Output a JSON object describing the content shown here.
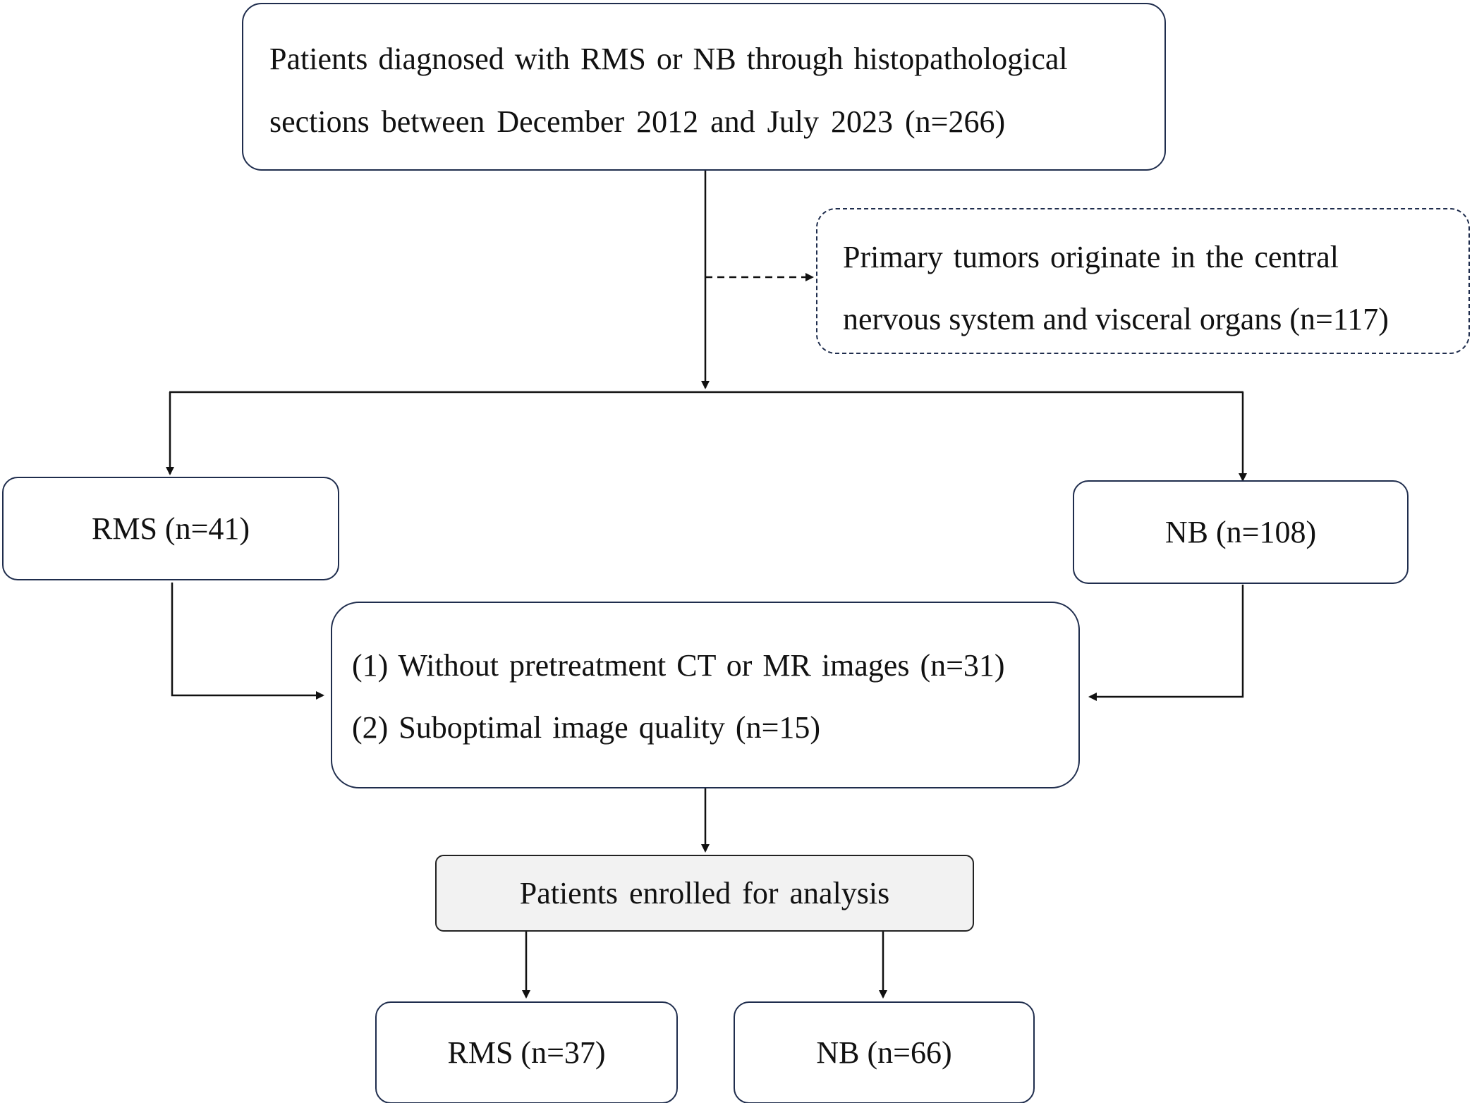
{
  "top_box": {
    "line1": "Patients diagnosed with RMS or NB through histopathological",
    "line2": "sections between December 2012 and July 2023 (n=266)"
  },
  "excluded_box": {
    "line1": "Primary tumors originate in the  central",
    "line2": "nervous system and visceral organs (n=117)"
  },
  "rms_box": {
    "label": "RMS (n=41)"
  },
  "nb_box": {
    "label": "NB (n=108)"
  },
  "exclusion_box": {
    "line1": "(1) Without pretreatment CT or MR images (n=31)",
    "line2": "(2) Suboptimal image quality (n=15)"
  },
  "enrolled_box": {
    "label": "Patients enrolled for analysis"
  },
  "rms_final_box": {
    "label": "RMS (n=37)"
  },
  "nb_final_box": {
    "label": "NB (n=66)"
  },
  "colors": {
    "box_border": "#1f2d4d",
    "arrow": "#111111",
    "enrolled_fill": "#f2f2f2",
    "text": "#111111"
  }
}
